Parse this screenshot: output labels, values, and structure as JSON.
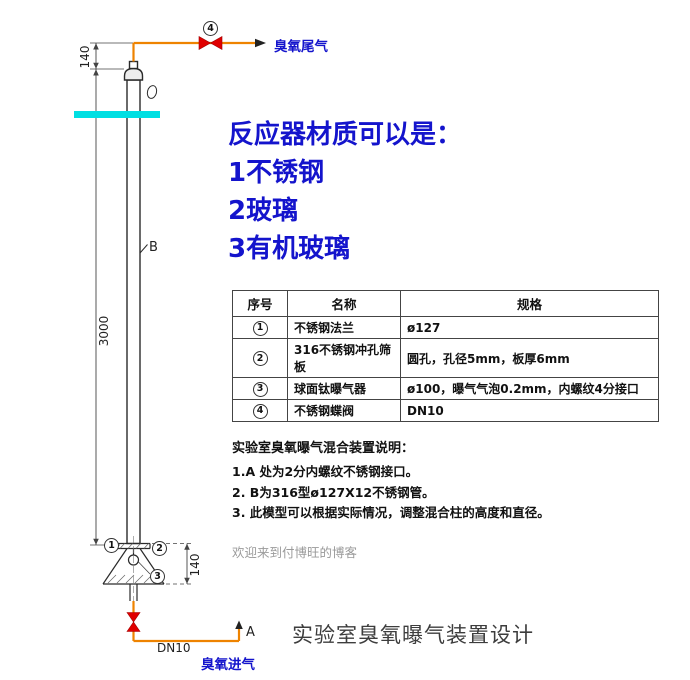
{
  "drawing": {
    "pipe_top_label": "臭氧尾气",
    "pipe_bottom_label": "臭氧进气",
    "pipe_bottom_size": "DN10",
    "dim_top": "140",
    "dim_column": "3000",
    "dim_base": "140",
    "point_a": "A",
    "point_b": "B",
    "marker_flange": "1",
    "marker_plate": "2",
    "marker_diffuser": "3",
    "marker_valve": "4"
  },
  "materials": {
    "title": "反应器材质可以是：",
    "options": [
      "1不锈钢",
      "2玻璃",
      "3有机玻璃"
    ]
  },
  "parts_table": {
    "headers": [
      "序号",
      "名称",
      "规格"
    ],
    "rows": [
      {
        "no": "1",
        "name": "不锈钢法兰",
        "spec": "ø127"
      },
      {
        "no": "2",
        "name": "316不锈钢冲孔筛板",
        "spec": "圆孔，孔径5mm，板厚6mm"
      },
      {
        "no": "3",
        "name": "球面钛曝气器",
        "spec": "ø100，曝气气泡0.2mm，内螺纹4分接口"
      },
      {
        "no": "4",
        "name": "不锈钢蝶阀",
        "spec": "DN10"
      }
    ]
  },
  "notes": {
    "title": "实验室臭氧曝气混合装置说明：",
    "items": [
      "1.A 处为2分内螺纹不锈钢接口。",
      "2. B为316型ø127X12不锈钢管。",
      "3. 此模型可以根据实际情况，调整混合柱的高度和直径。"
    ],
    "watermark": "欢迎来到付博旺的博客"
  },
  "caption": "实验室臭氧曝气装置设计",
  "colors": {
    "pipe_orange": "#ee8300",
    "valve_red": "#e00000",
    "water_cyan": "#00dfe2",
    "note_blue": "#1414cc"
  }
}
